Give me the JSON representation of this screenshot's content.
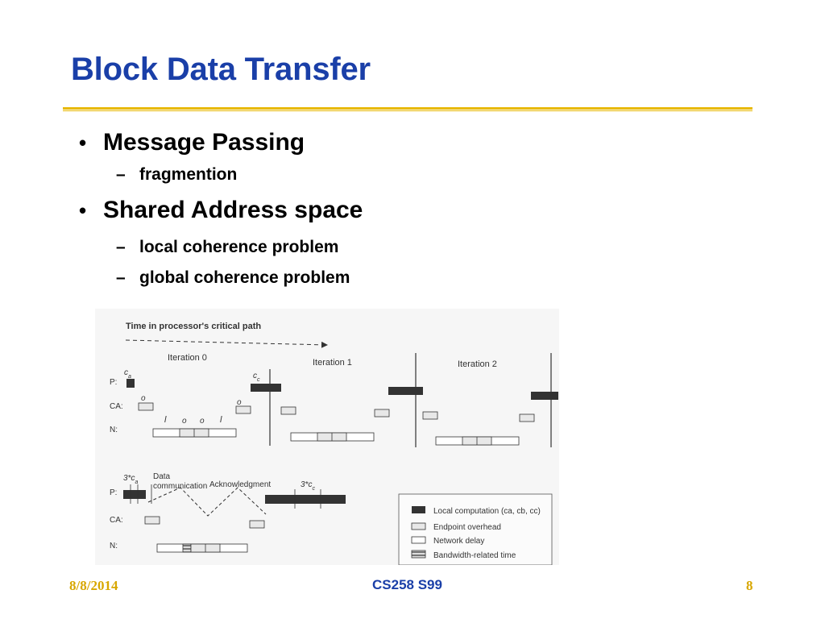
{
  "slide": {
    "title": "Block Data Transfer",
    "bullets": [
      {
        "text": "Message Passing",
        "subitems": [
          "fragmention"
        ]
      },
      {
        "text": "Shared Address space",
        "subitems": [
          "local coherence problem",
          "global coherence problem"
        ]
      }
    ],
    "bullet_marks": {
      "level1": "•",
      "level2": "–"
    },
    "colors": {
      "title": "#1a3fa8",
      "rule": "#e8b800",
      "footer_date": "#d8a700",
      "footer_course": "#1a3fa8"
    }
  },
  "figure": {
    "header": "Time in processor's critical path",
    "iterations": [
      "Iteration 0",
      "Iteration 1",
      "Iteration 2"
    ],
    "row_labels": {
      "p": "P:",
      "ca": "CA:",
      "n": "N:"
    },
    "top_annotations": {
      "ca": "c",
      "ca_sub": "a",
      "cc": "c",
      "cc_sub": "c",
      "o": "o",
      "l": "l"
    },
    "bottom_annotations": {
      "three_ca": "3*c",
      "three_ca_sub": "a",
      "data_comm_line1": "Data",
      "data_comm_line2": "communication",
      "acknowledgment": "Acknowledgment",
      "three_cc": "3*c",
      "three_cc_sub": "c"
    },
    "legend": [
      {
        "label": "Local computation (c",
        "suffix": "a, cb, cc)",
        "swatch": "filled"
      },
      {
        "label": "Endpoint overhead",
        "swatch": "light"
      },
      {
        "label": "Network delay",
        "swatch": "white"
      },
      {
        "label": "Bandwidth-related time",
        "swatch": "striped"
      }
    ]
  },
  "footer": {
    "date": "8/8/2014",
    "course": "CS258 S99",
    "page": "8"
  }
}
